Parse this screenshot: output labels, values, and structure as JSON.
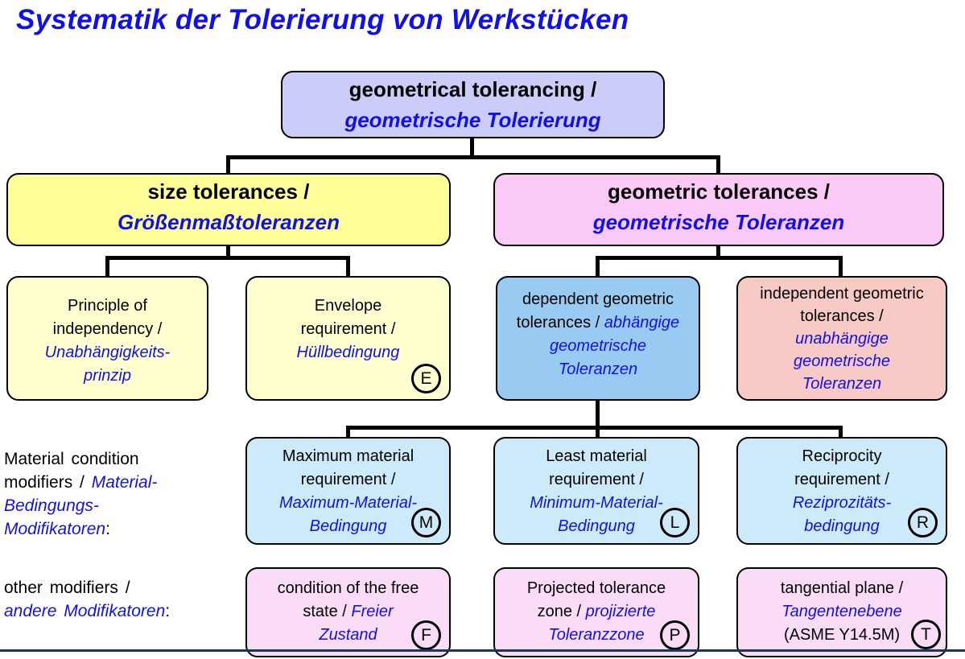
{
  "title": "Systematik der Tolerierung von Werkstücken",
  "colors": {
    "title_blue": "#1010ee",
    "german_text_blue": "#1010ee",
    "root_fill": "#ccccf8",
    "size_fill": "#ffff99",
    "geometric_fill": "#fbc9f6",
    "pale_yellow_fill": "#ffffcf",
    "dependent_fill": "#99cbf2",
    "independent_fill": "#f8cac6",
    "material_modifier_fill": "#cdeafb",
    "other_modifier_fill": "#fadcf7",
    "connector_black": "#000000",
    "bottom_rule_navy": "#17395e"
  },
  "nodes": {
    "root": {
      "en": "geometrical tolerancing /",
      "de": "geometrische Tolerierung"
    },
    "size": {
      "en": "size tolerances /",
      "de": "Größenmaßtoleranzen"
    },
    "geometric": {
      "en": "geometric tolerances /",
      "de": "geometrische Toleranzen"
    },
    "principle": {
      "l1": "Principle of",
      "l2": "independency /",
      "l3": "Unabhängigkeits-",
      "l4": "prinzip"
    },
    "envelope": {
      "l1": "Envelope",
      "l2": "requirement /",
      "l3": "Hüllbedingung",
      "symbol": "E"
    },
    "dependent": {
      "l1": "dependent geometric",
      "l2en": "tolerances / ",
      "l2de": "abhängige",
      "l3": "geometrische",
      "l4": "Toleranzen"
    },
    "independent": {
      "l1": "independent geometric",
      "l2": "tolerances /",
      "l3": "unabhängige",
      "l4": "geometrische",
      "l5": "Toleranzen"
    },
    "max_material": {
      "l1": "Maximum material",
      "l2": "requirement /",
      "l3": "Maximum-Material-",
      "l4": "Bedingung",
      "symbol": "M"
    },
    "least_material": {
      "l1": "Least material",
      "l2": "requirement /",
      "l3": "Minimum-Material-",
      "l4": "Bedingung",
      "symbol": "L"
    },
    "reciprocity": {
      "l1": "Reciprocity",
      "l2": "requirement /",
      "l3": "Reziprozitäts-",
      "l4": "bedingung",
      "symbol": "R"
    },
    "free_state": {
      "l1": "condition of the free",
      "l2en": "state / ",
      "l2de": "Freier",
      "l3": "Zustand",
      "symbol": "F"
    },
    "projected": {
      "l1": "Projected tolerance",
      "l2en": "zone / ",
      "l2de": "projizierte",
      "l3": "Toleranzzone",
      "symbol": "P"
    },
    "tangential": {
      "l1": "tangential plane /",
      "l2": "Tangentenebene",
      "l3": "(ASME Y14.5M)",
      "symbol": "T"
    }
  },
  "labels": {
    "material": {
      "l1": "Material condition",
      "l2en": "modifiers / ",
      "l2de": "Material-",
      "l3": "Bedingungs-",
      "l4de": "Modifikatoren",
      "l4en": ":"
    },
    "other": {
      "l1": "other modifiers /",
      "l2de": "andere Modifikatoren",
      "l2en": ":"
    }
  }
}
